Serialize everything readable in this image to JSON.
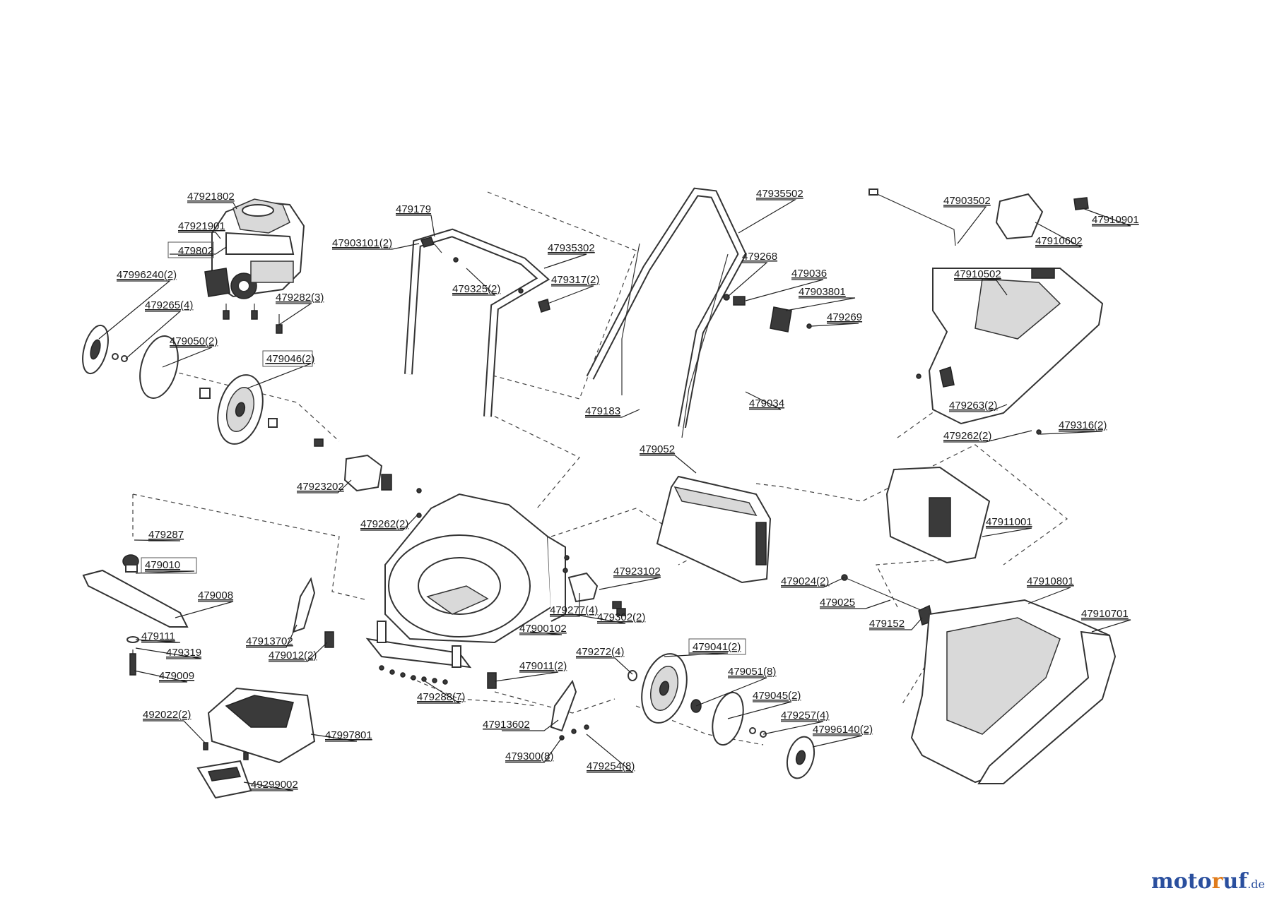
{
  "diagram": {
    "part_labels": {
      "p47921802": "47921802",
      "p47921901": "47921901",
      "p479802": "479802",
      "p47996240": "47996240(2)",
      "p479265": "479265(4)",
      "p479282": "479282(3)",
      "p479050": "479050(2)",
      "p479046": "479046(2)",
      "p47923202": "47923202",
      "p479179": "479179",
      "p47903101": "47903101(2)",
      "p47935302": "47935302",
      "p479325": "479325(2)",
      "p479317": "479317(2)",
      "p47935502": "47935502",
      "p479268": "479268",
      "p479036": "479036",
      "p47903801": "47903801",
      "p479269": "479269",
      "p479183": "479183",
      "p479034": "479034",
      "p47903502": "47903502",
      "p47910602": "47910602",
      "p47910901": "47910901",
      "p47910502": "47910502",
      "p479263": "479263(2)",
      "p479262a": "479262(2)",
      "p479316": "479316(2)",
      "p479052": "479052",
      "p479262b": "479262(2)",
      "p479287": "479287",
      "p479010": "479010",
      "p479008": "479008",
      "p479111": "479111",
      "p479319": "479319",
      "p479009": "479009",
      "p47913702": "47913702",
      "p479012": "479012(2)",
      "p479302": "479302(2)",
      "p47923102": "47923102",
      "p479277": "479277(4)",
      "p47900102": "47900102",
      "p479011": "479011(2)",
      "p479288": "479288(7)",
      "p479272": "479272(4)",
      "p479041": "479041(2)",
      "p479051": "479051(8)",
      "p479045": "479045(2)",
      "p479257": "479257(4)",
      "p47996140": "47996140(2)",
      "p47913602": "47913602",
      "p479300": "479300(8)",
      "p479254": "479254(8)",
      "p492022": "492022(2)",
      "p47997801": "47997801",
      "p49299002": "49299002",
      "p47911001": "47911001",
      "p479024": "479024(2)",
      "p479025": "479025",
      "p479152": "479152",
      "p47910801": "47910801",
      "p47910701": "47910701"
    }
  },
  "watermark": {
    "part1": "moto",
    "part2": "r",
    "part3": "uf",
    "tld": ".de"
  }
}
